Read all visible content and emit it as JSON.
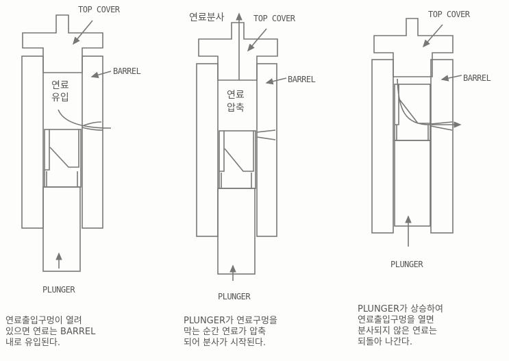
{
  "panels": [
    {
      "top_cover_label": "TOP COVER",
      "barrel_label": "BARREL",
      "plunger_label": "PLUNGER",
      "chamber_text_1": "연료",
      "chamber_text_2": "유입",
      "caption": "연료출입구멍이 열려\n있으면 연료는 BARREL\n내로 유입된다."
    },
    {
      "top_cover_label": "TOP COVER",
      "barrel_label": "BARREL",
      "plunger_label": "PLUNGER",
      "spray_label": "연료분사",
      "chamber_text_1": "연료",
      "chamber_text_2": "압축",
      "caption": "PLUNGER가 연료구멍을\n막는 순간 연료가 압축\n되어 분사가 시작된다."
    },
    {
      "top_cover_label": "TOP COVER",
      "barrel_label": "BARREL",
      "plunger_label": "PLUNGER",
      "caption": "PLUNGER가 상승하여\n연료출입구멍을 열면\n분사되지 않은 연료는\n되돌아 나간다."
    }
  ]
}
